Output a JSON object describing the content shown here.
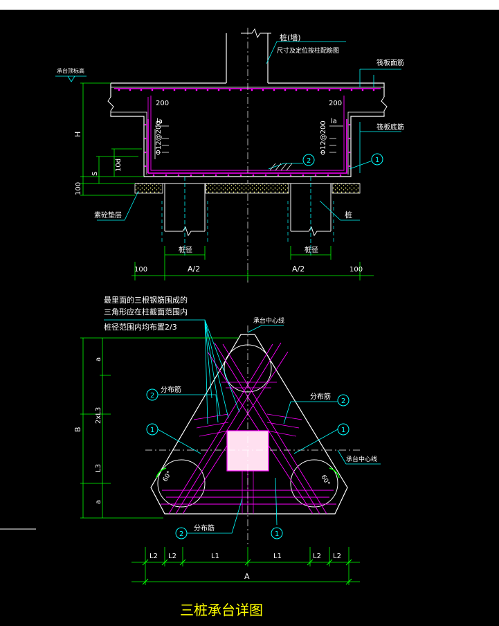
{
  "colors": {
    "background": "#000000",
    "frame": "#ffffff",
    "outline": "#ffffff",
    "rebar": "#ff00ff",
    "dimension": "#00ff00",
    "annotation": "#00ffff",
    "label": "#ffff00",
    "dash": "#00ffff",
    "gravel": "#ffff80"
  },
  "section": {
    "pile_cap_note": "桩(墙)",
    "pile_cap_note_sub": "尺寸及定位按柱配筋图",
    "top_rebar": "筏板面筋",
    "bottom_rebar": "筏板底筋",
    "cap_top_elev": "承台顶标高",
    "dim_200_left": "200",
    "dim_200_right": "200",
    "la_left": "la",
    "la_right": "la",
    "stirrup_left": "Φ12@200",
    "stirrup_right": "Φ12@200",
    "dim_H": "H",
    "dim_S": "S",
    "dim_10d": "10d",
    "dim_100_side": "100",
    "bedding": "素砼垫层",
    "pile_label": "桩",
    "pile_diam_left": "桩径",
    "pile_diam_right": "桩径",
    "half_A_left": "A/2",
    "half_A_right": "A/2",
    "dim_100_left": "100",
    "dim_100_right": "100",
    "circle_1": "1",
    "circle_2": "2"
  },
  "plan": {
    "note_line1": "最里面的三根钢筋围成的",
    "note_line2": "三角形应在柱截面范围内",
    "note_line3": "桩径范围内均布置2/3",
    "cap_center_top": "承台中心线",
    "cap_center_right": "承台中心线",
    "dist_bar_left": "分布筋",
    "dist_bar_right": "分布筋",
    "dist_bar_bottom": "分布筋",
    "angle_left": "60°",
    "angle_right": "60°",
    "dim_a_top": "a",
    "dim_2L3": "2xL3",
    "dim_L3": "L3",
    "dim_a_bottom": "a",
    "dim_B": "B",
    "dim_L2_1": "L2",
    "dim_L2_2": "L2",
    "dim_L1_1": "L1",
    "dim_L1_2": "L1",
    "dim_L2_3": "L2",
    "dim_L2_4": "L2",
    "dim_A": "A",
    "circle_1a": "1",
    "circle_1b": "1",
    "circle_1c": "1",
    "circle_2a": "2",
    "circle_2b": "2",
    "circle_2c": "2"
  },
  "title": "三桩承台详图"
}
